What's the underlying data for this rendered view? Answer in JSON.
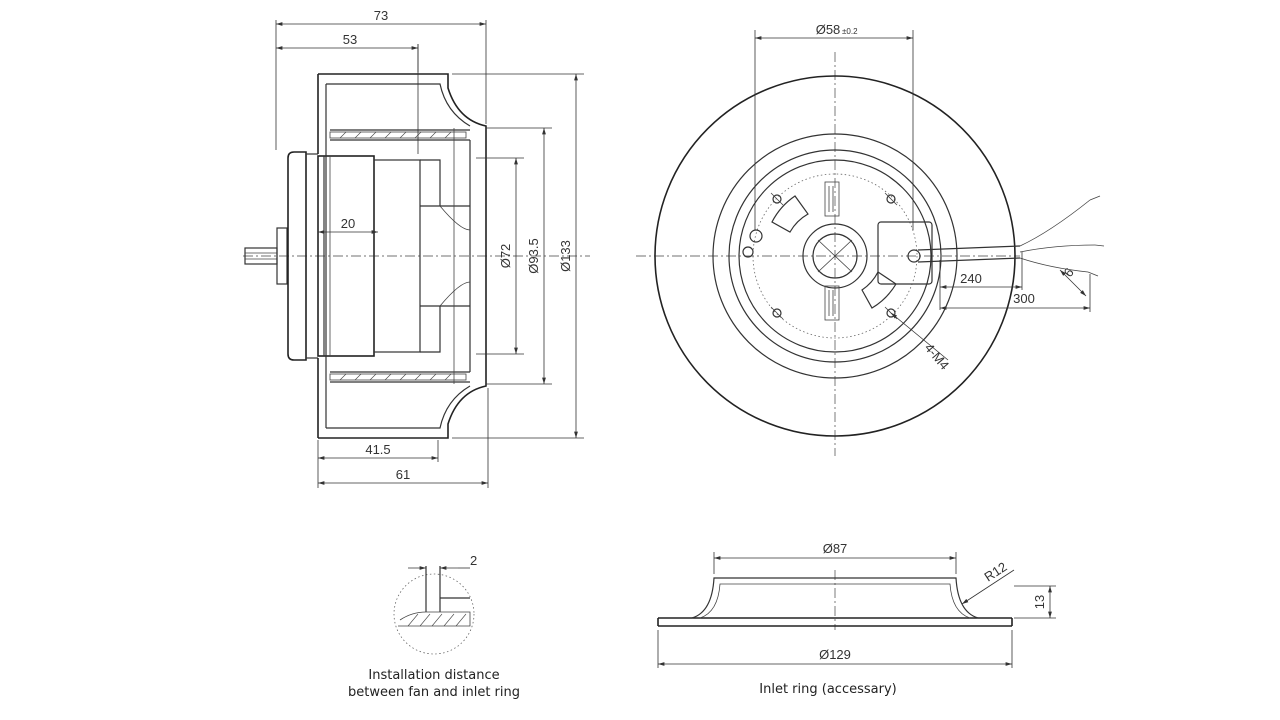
{
  "side_view": {
    "overall_depth": "73",
    "depth_to_flange": "53",
    "hub_offset": "20",
    "motor_diameter": "Ø72",
    "inlet_diameter": "Ø93.5",
    "outer_diameter": "Ø133",
    "depth_41": "41.5",
    "depth_61": "61"
  },
  "front_view": {
    "hub_diameter": "Ø58",
    "hub_tolerance": "±0.2",
    "cable_240": "240",
    "cable_300": "300",
    "strip_length": "6",
    "mount_holes": "4-M4"
  },
  "detail_view": {
    "gap": "2",
    "caption_line1": "Installation distance",
    "caption_line2": "between fan and inlet ring"
  },
  "inlet_ring": {
    "inner_diameter": "Ø87",
    "radius": "R12",
    "height": "13",
    "outer_diameter": "Ø129",
    "caption": "Inlet ring (accessary)"
  }
}
